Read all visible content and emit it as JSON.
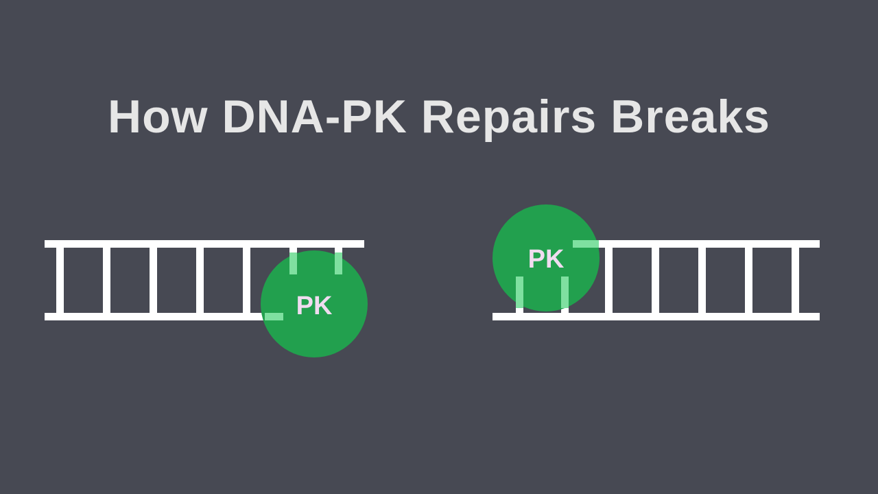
{
  "title": "How DNA-PK Repairs Breaks",
  "colors": {
    "background": "#474953",
    "title": "#e6e6e6",
    "dna_strand": "#ffffff",
    "pk_circle": "#22a04e",
    "pk_overlay_lines": "#7fe0a0",
    "pk_label": "#f0dcf0"
  },
  "diagram": {
    "left_fragment": {
      "pk_label": "PK"
    },
    "right_fragment": {
      "pk_label": "PK"
    }
  }
}
